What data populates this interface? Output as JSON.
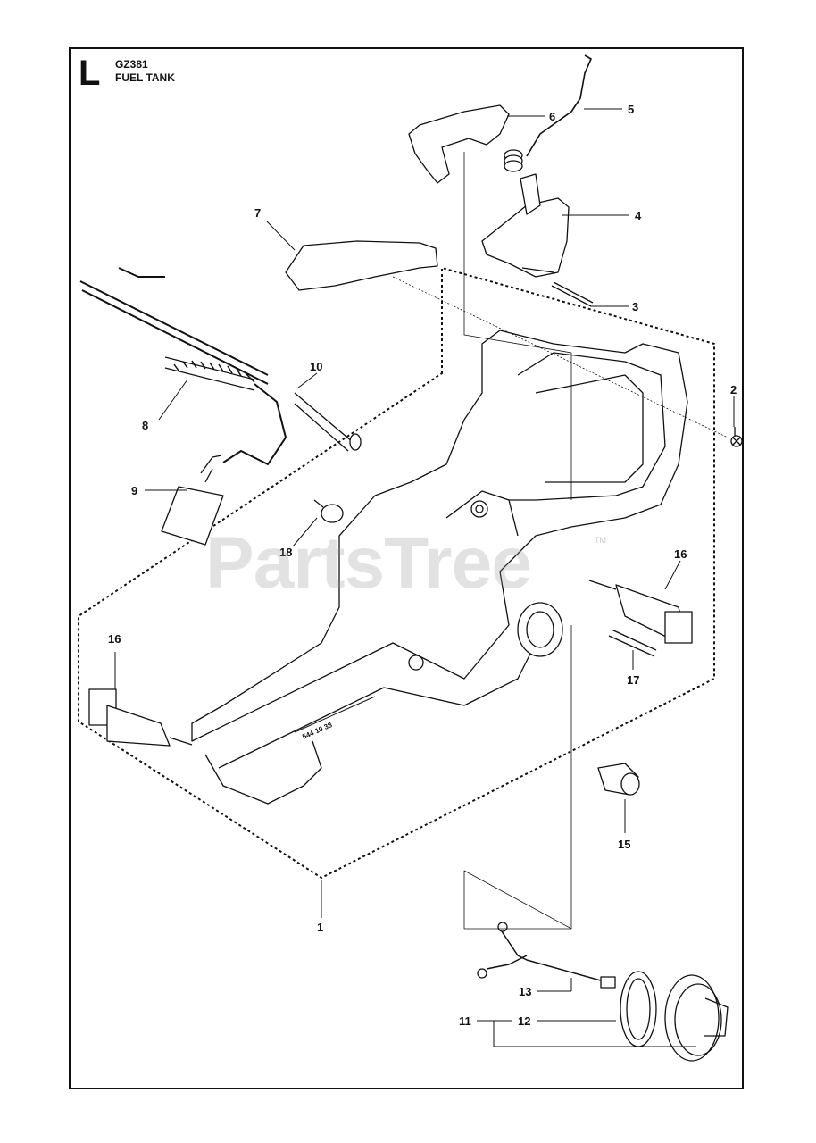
{
  "header": {
    "section_letter": "L",
    "model": "GZ381",
    "title": "FUEL TANK"
  },
  "watermark": "PartsTree",
  "watermark_tm": "TM",
  "stamp_text": "544 10 38",
  "callouts": [
    "1",
    "2",
    "3",
    "4",
    "5",
    "6",
    "7",
    "8",
    "9",
    "10",
    "11",
    "12",
    "13",
    "15",
    "16",
    "16",
    "17",
    "18"
  ]
}
